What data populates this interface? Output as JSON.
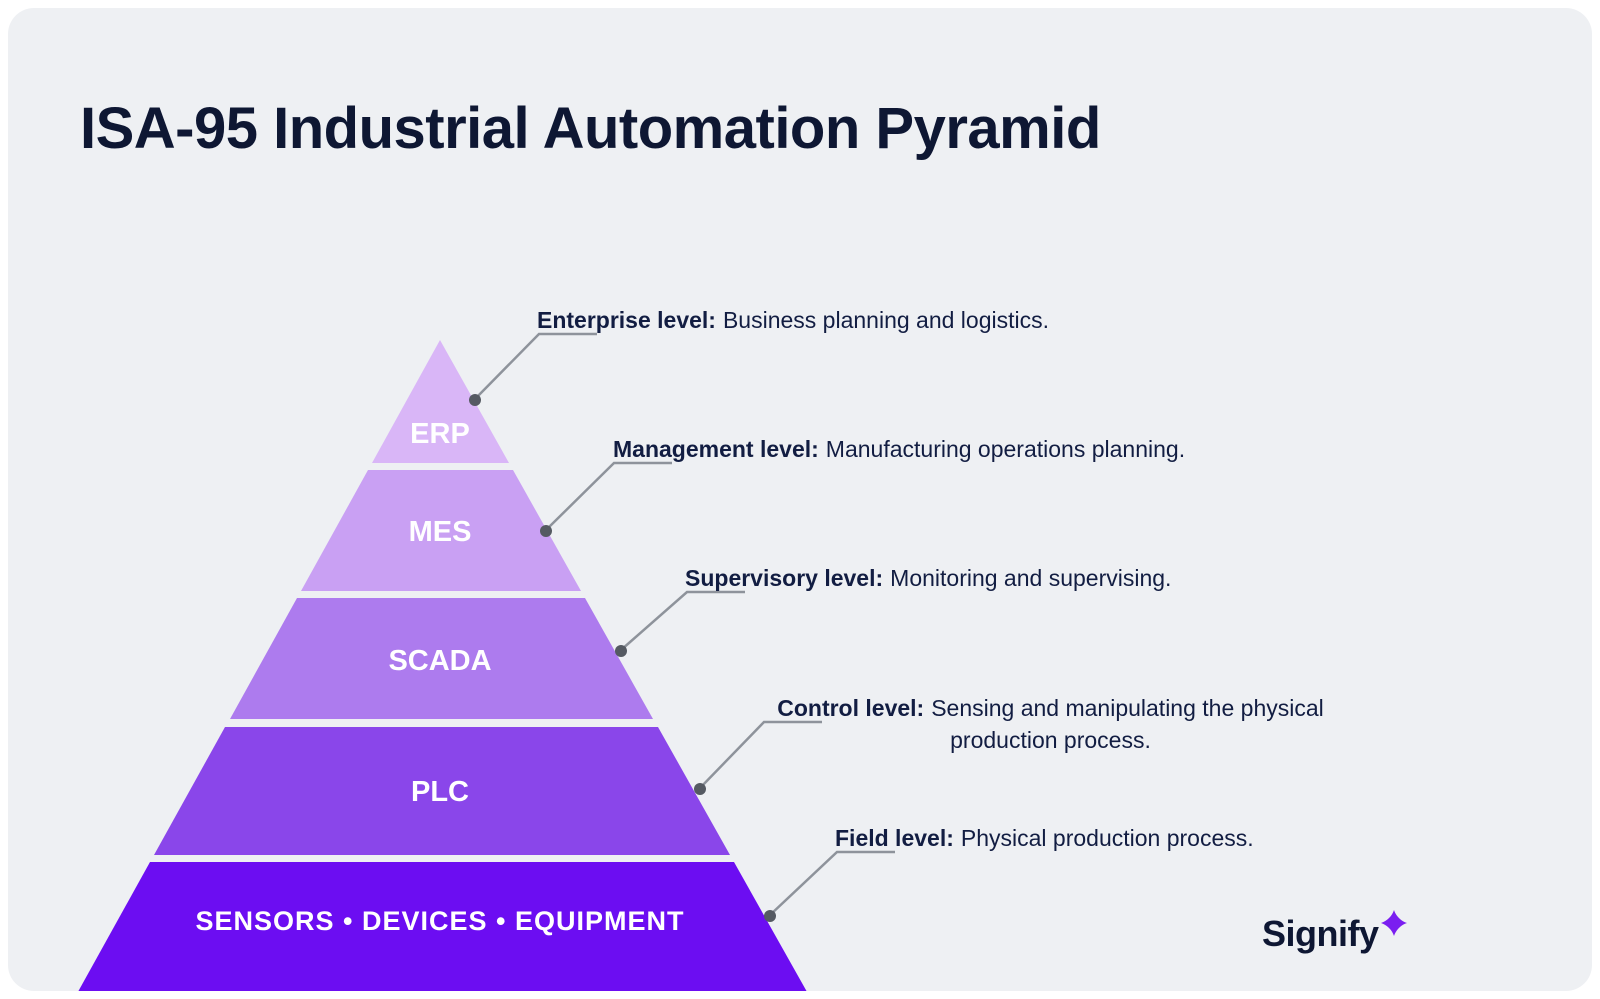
{
  "title": "ISA-95 Industrial Automation Pyramid",
  "pyramid": {
    "levels": [
      {
        "label": "ERP",
        "color": "#d9b6f7",
        "callout": "Enterprise level"
      },
      {
        "label": "MES",
        "color": "#c9a0f3",
        "callout": "Management level"
      },
      {
        "label": "SCADA",
        "color": "#ad7bee",
        "callout": "Supervisory level"
      },
      {
        "label": "PLC",
        "color": "#8a46ea",
        "callout": "Control level"
      },
      {
        "label": "SENSORS • DEVICES • EQUIPMENT",
        "color": "#6c0df2",
        "callout": "Field level"
      }
    ]
  },
  "annotations": [
    {
      "label": "Enterprise level:",
      "desc": "Business planning and logistics."
    },
    {
      "label": "Management level:",
      "desc": "Manufacturing operations planning."
    },
    {
      "label": "Supervisory level:",
      "desc": "Monitoring and supervising."
    },
    {
      "label": "Control level:",
      "desc": "Sensing and manipulating the physical production process."
    },
    {
      "label": "Field level:",
      "desc": "Physical production process."
    }
  ],
  "brand": {
    "name": "Signify",
    "spark_color": "#7a1ef0"
  },
  "colors": {
    "background": "#eef0f3",
    "title_text": "#0e1733",
    "annotation_text": "#121d42",
    "callout_line": "#8e939b",
    "callout_dot": "#555a62"
  }
}
